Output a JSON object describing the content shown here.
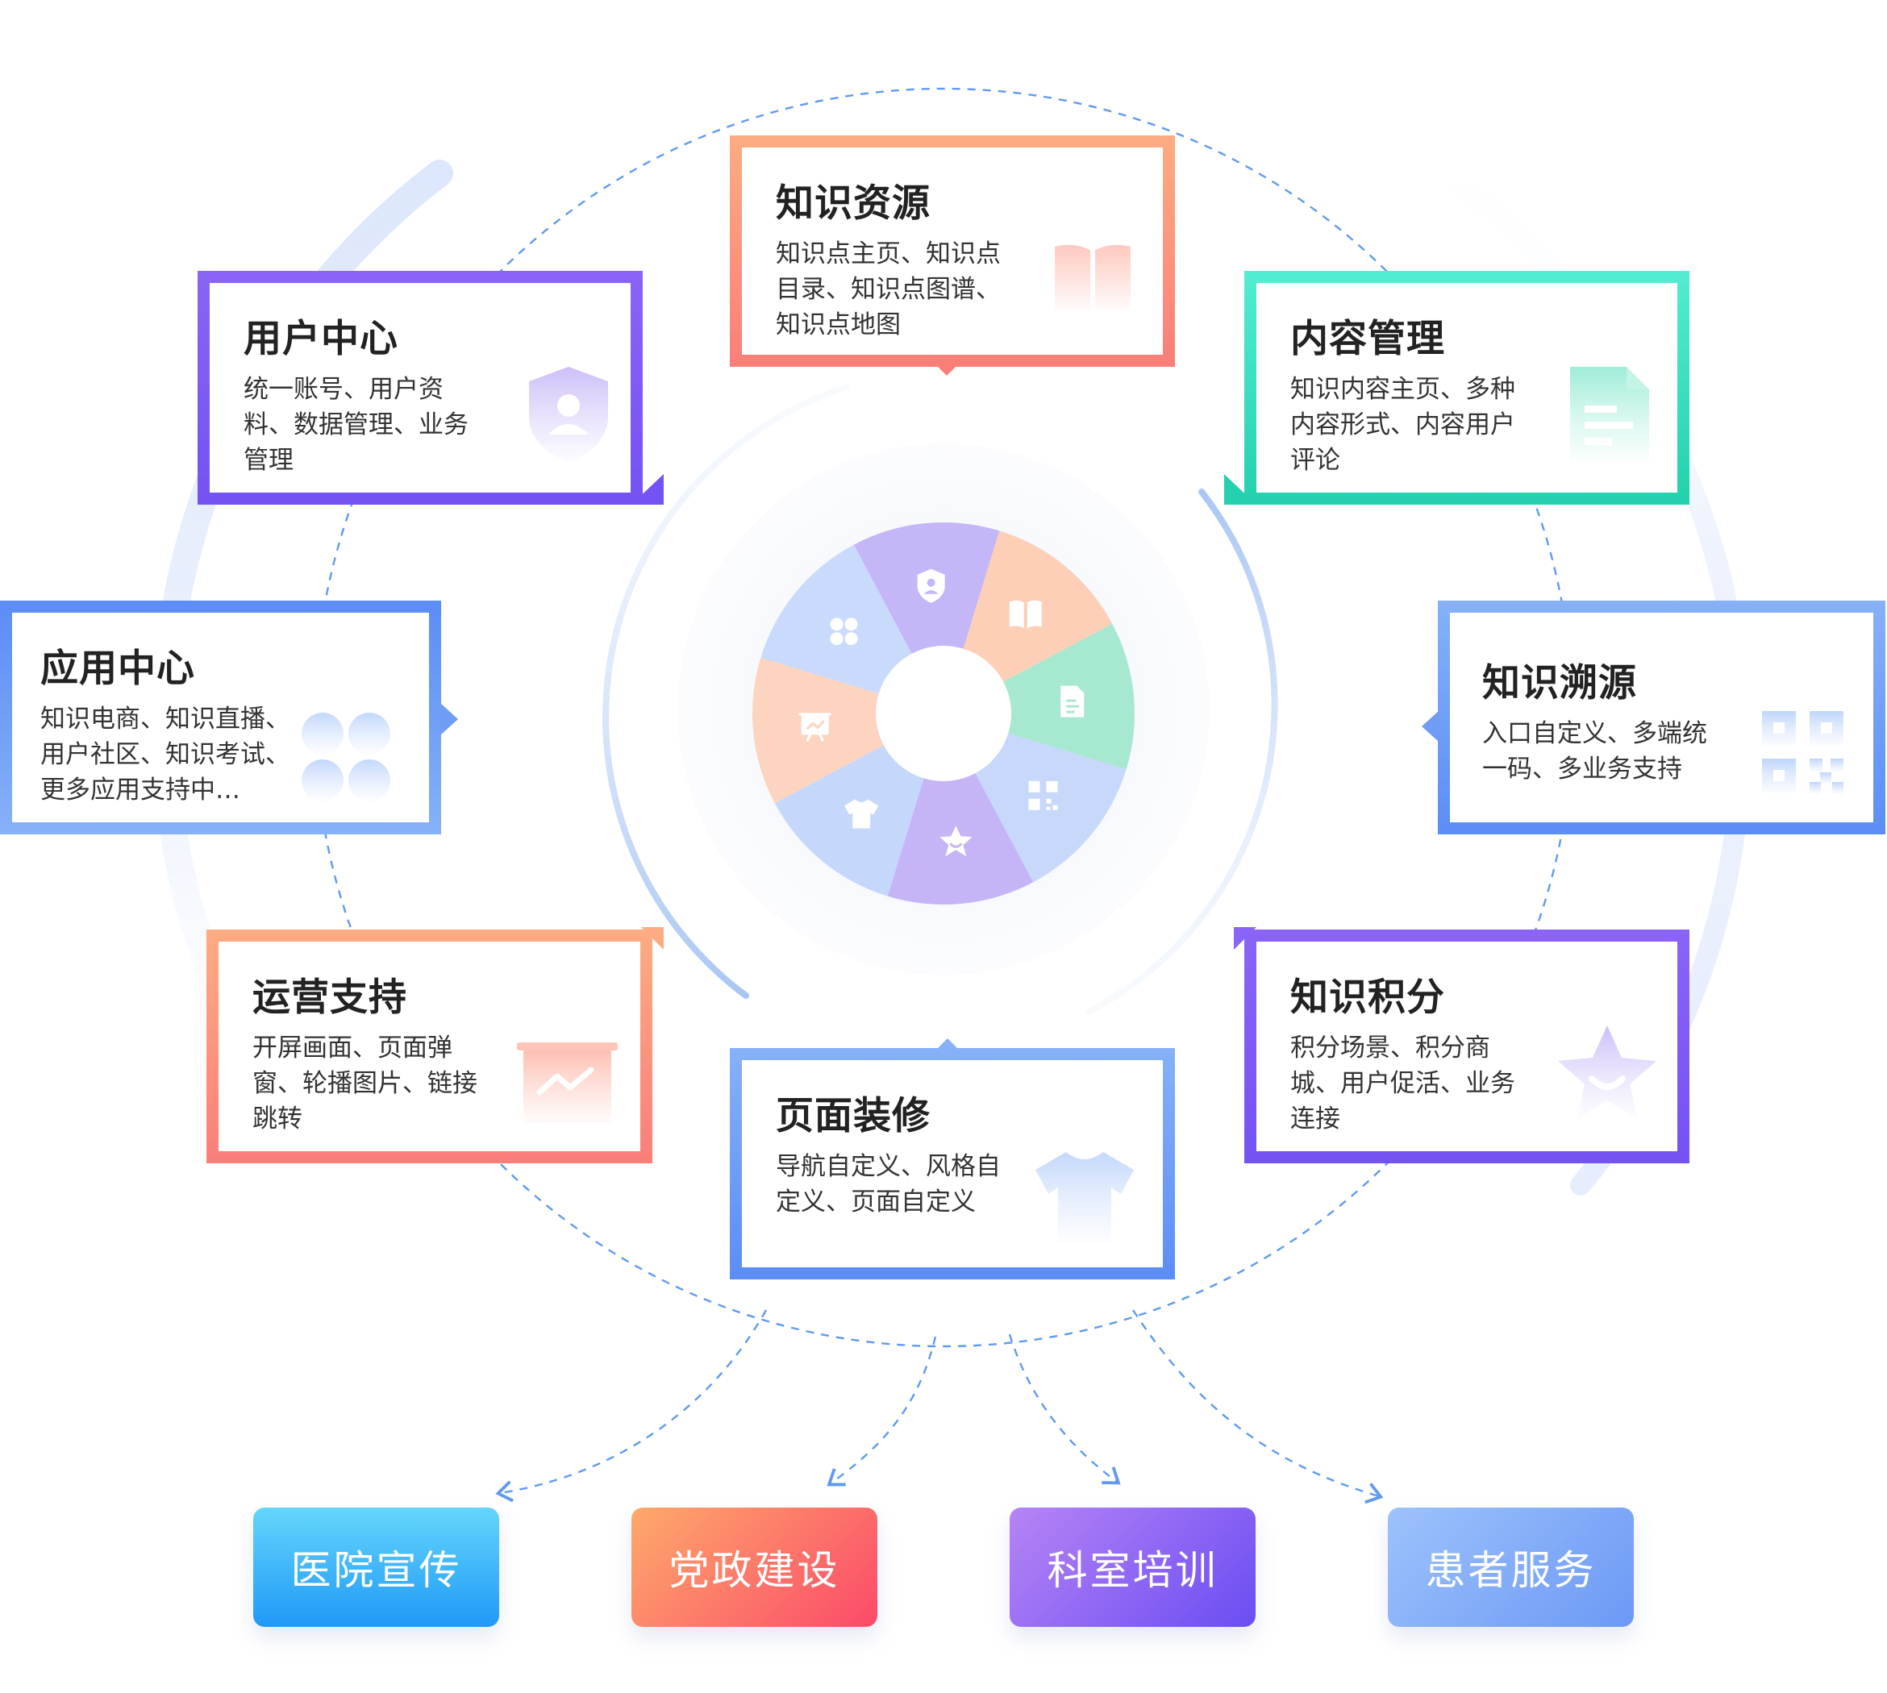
{
  "colors": {
    "purple": "#7b58f5",
    "orange": "#fb8769",
    "teal": "#2fd8b8",
    "blue": "#5b8df5",
    "light_blue": "#8db7fb",
    "dashed_line": "#5f9af0"
  },
  "center_wheel": {
    "segments": [
      {
        "icon": "user-shield-icon",
        "color": "#c4b6f7"
      },
      {
        "icon": "book-icon",
        "color": "#fccfb6"
      },
      {
        "icon": "document-icon",
        "color": "#a7e8d0"
      },
      {
        "icon": "qr-code-icon",
        "color": "#c7d8fb"
      },
      {
        "icon": "star-icon",
        "color": "#c5b5f7"
      },
      {
        "icon": "tshirt-icon",
        "color": "#c5d8fb"
      },
      {
        "icon": "presentation-chart-icon",
        "color": "#fcd4bf"
      },
      {
        "icon": "apps-grid-icon",
        "color": "#c9dafc"
      }
    ]
  },
  "cards": {
    "knowledge_resource": {
      "title": "知识资源",
      "lines": [
        "知识点主页、知识点",
        "目录、知识点图谱、",
        "知识点地图"
      ],
      "icon": "book-icon"
    },
    "user_center": {
      "title": "用户中心",
      "lines": [
        "统一账号、用户资",
        "料、数据管理、业务",
        "管理"
      ],
      "icon": "user-shield-icon"
    },
    "content_management": {
      "title": "内容管理",
      "lines": [
        "知识内容主页、多种",
        "内容形式、内容用户",
        "评论"
      ],
      "icon": "document-icon"
    },
    "app_center": {
      "title": "应用中心",
      "lines": [
        "知识电商、知识直播、",
        "用户社区、知识考试、",
        "更多应用支持中…"
      ],
      "icon": "apps-grid-icon"
    },
    "knowledge_trace": {
      "title": "知识溯源",
      "lines": [
        "入口自定义、多端统",
        "一码、多业务支持"
      ],
      "icon": "qr-code-icon"
    },
    "operation_support": {
      "title": "运营支持",
      "lines": [
        "开屏画面、页面弹",
        "窗、轮播图片、链接",
        "跳转"
      ],
      "icon": "presentation-chart-icon"
    },
    "knowledge_points": {
      "title": "知识积分",
      "lines": [
        "积分场景、积分商",
        "城、用户促活、业务",
        "连接"
      ],
      "icon": "star-icon"
    },
    "page_decoration": {
      "title": "页面装修",
      "lines": [
        "导航自定义、风格自",
        "定义、页面自定义"
      ],
      "icon": "tshirt-icon"
    }
  },
  "scenarios": [
    {
      "label": "医院宣传"
    },
    {
      "label": "党政建设"
    },
    {
      "label": "科室培训"
    },
    {
      "label": "患者服务"
    }
  ]
}
